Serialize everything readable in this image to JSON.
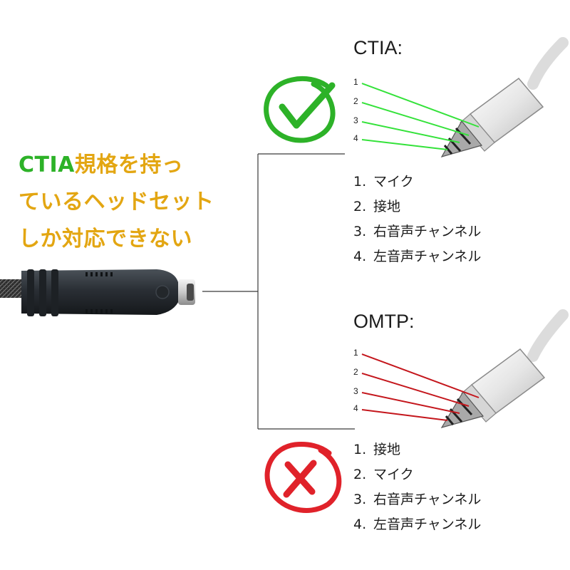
{
  "headline": {
    "lead": "CTIA",
    "line1_rest": "規格を持っ",
    "line2": "ているヘッドセット",
    "line3": "しか対応できない"
  },
  "ctia": {
    "title": "CTIA:",
    "status_icon": "check-icon",
    "status_color": "#2db228",
    "wire_color": "#34e23a",
    "pin_tags": [
      "1",
      "2",
      "3",
      "4"
    ],
    "pins": [
      {
        "num": "1.",
        "label": "マイク"
      },
      {
        "num": "2.",
        "label": "接地"
      },
      {
        "num": "3.",
        "label": "右音声チャンネル"
      },
      {
        "num": "4.",
        "label": "左音声チャンネル"
      }
    ]
  },
  "omtp": {
    "title": "OMTP:",
    "status_icon": "cross-icon",
    "status_color": "#e0222a",
    "wire_color": "#c4161c",
    "pin_tags": [
      "1",
      "2",
      "3",
      "4"
    ],
    "pins": [
      {
        "num": "1.",
        "label": "接地"
      },
      {
        "num": "2.",
        "label": "マイク"
      },
      {
        "num": "3.",
        "label": "右音声チャンネル"
      },
      {
        "num": "4.",
        "label": "左音声チャンネル"
      }
    ]
  },
  "colors": {
    "accent_green": "#2db228",
    "accent_yellow": "#e3a612",
    "connector_body": "#2a2e33"
  }
}
